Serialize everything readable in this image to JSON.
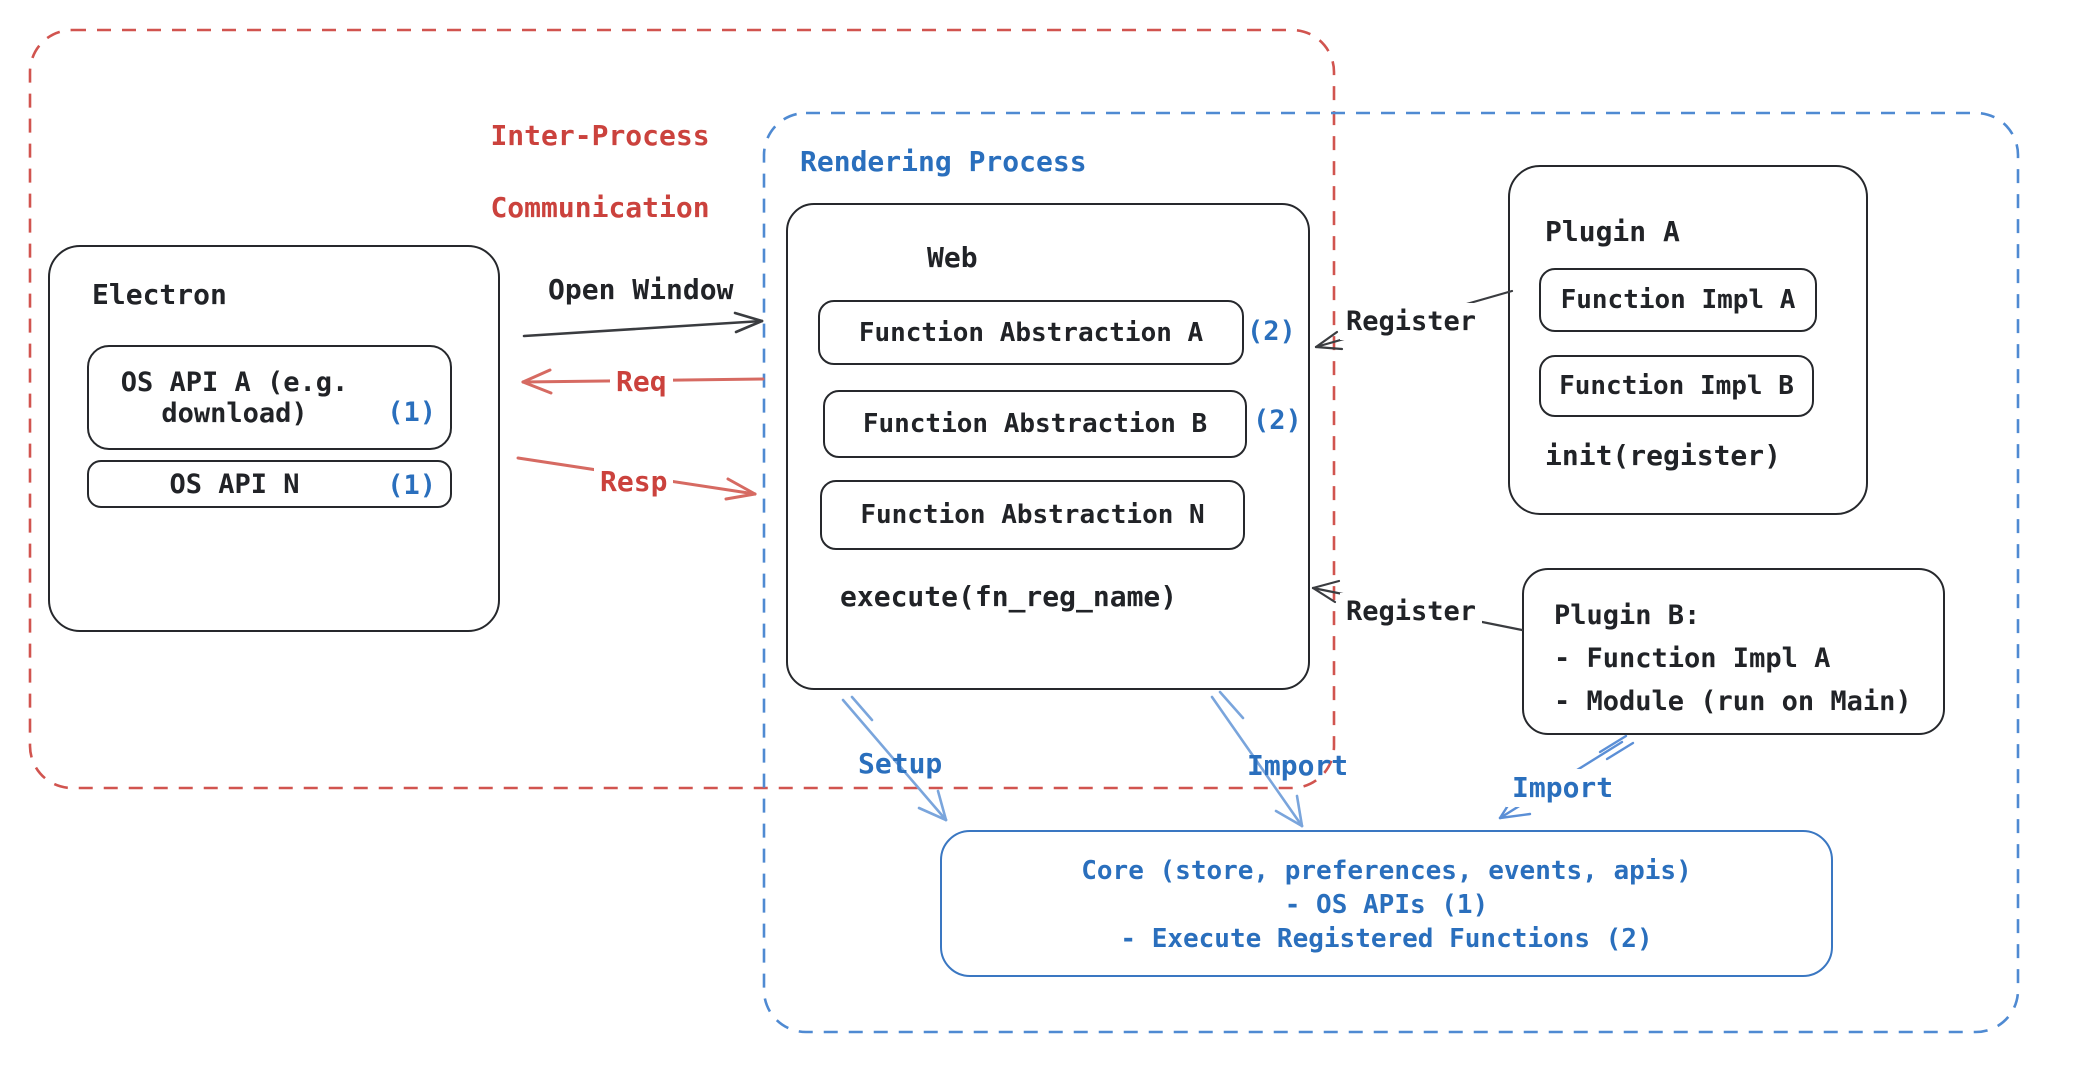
{
  "diagram": {
    "ipc_group": {
      "label_line1": "Inter-Process",
      "label_line2": "Communication"
    },
    "rendering_group": {
      "label": "Rendering Process"
    },
    "electron": {
      "title": "Electron",
      "os_api_a_line1": "OS API A (e.g.",
      "os_api_a_line2": "download)",
      "os_api_a_badge": "(1)",
      "os_api_n": "OS API N",
      "os_api_n_badge": "(1)"
    },
    "web": {
      "title": "Web",
      "fn_abstraction_a": "Function Abstraction A",
      "fn_abstraction_a_badge": "(2)",
      "fn_abstraction_b": "Function Abstraction B",
      "fn_abstraction_b_badge": "(2)",
      "fn_abstraction_n": "Function Abstraction N",
      "execute": "execute(fn_reg_name)"
    },
    "plugin_a": {
      "title": "Plugin A",
      "impl_a": "Function Impl A",
      "impl_b": "Function Impl B",
      "init": "init(register)"
    },
    "plugin_b": {
      "title": "Plugin B:",
      "item1": "- Function Impl A",
      "item2": "- Module (run on Main)"
    },
    "core": {
      "line1": "Core (store, preferences, events, apis)",
      "line2": "- OS APIs (1)",
      "line3": "- Execute Registered Functions (2)"
    },
    "connectors": {
      "open_window": "Open Window",
      "req": "Req",
      "resp": "Resp",
      "register_top": "Register",
      "register_bottom": "Register",
      "setup": "Setup",
      "import_mid": "Import",
      "import_right": "Import"
    },
    "colors": {
      "ink": "#212327",
      "red_label": "#cb423d",
      "red_dash": "#d1544f",
      "red_arrow": "#d66a62",
      "blue_label": "#2a6fbd",
      "blue_dash": "#4f8ad2",
      "blue_arrow": "#7aa5dc",
      "background": "#ffffff"
    }
  }
}
